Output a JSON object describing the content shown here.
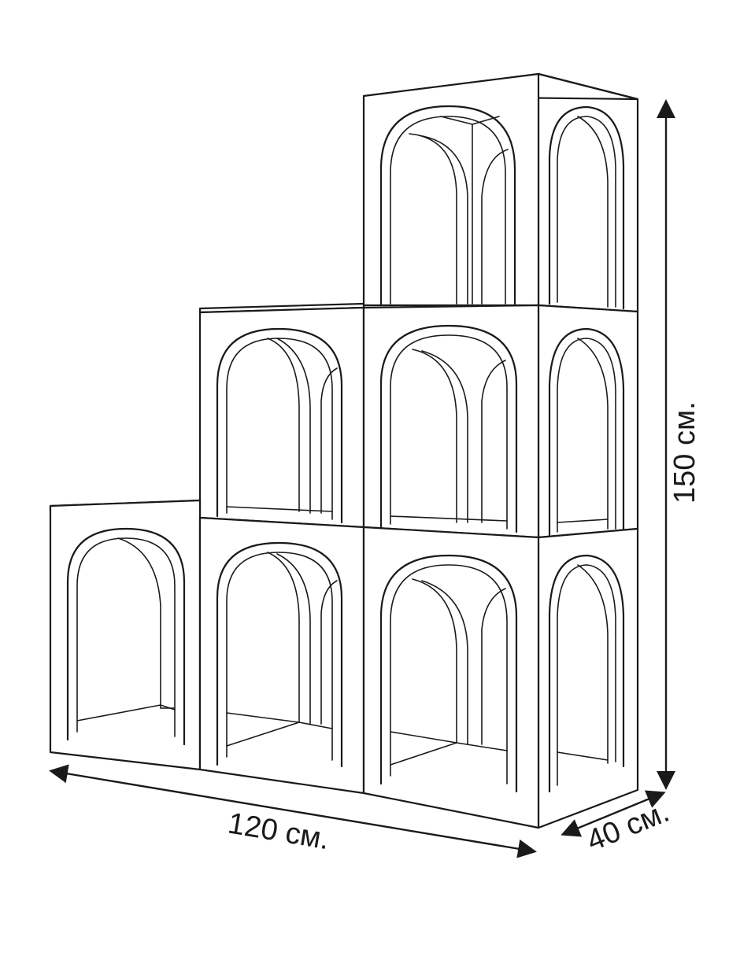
{
  "dimensions": {
    "width_label": "120 см.",
    "height_label": "150 см.",
    "depth_label": "40 см."
  }
}
